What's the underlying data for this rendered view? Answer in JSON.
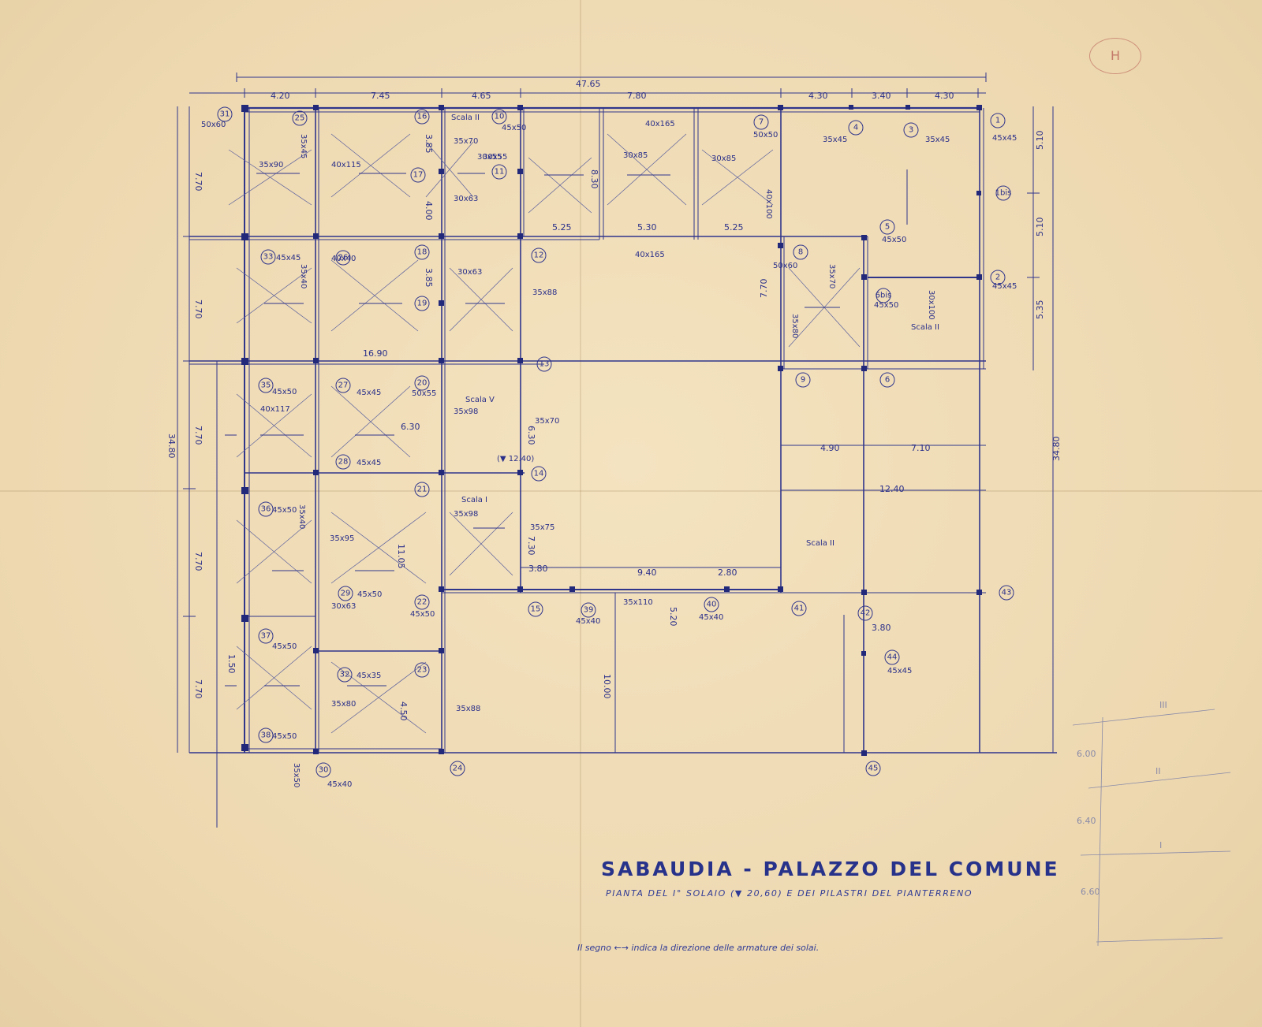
{
  "title": "SABAUDIA - PALAZZO DEL COMUNE",
  "subtitle": "PIANTA DEL I° SOLAIO (▼ 20,60) E DEI PILASTRI DEL PIANTERRENO",
  "legend": {
    "prefix": "Il segno",
    "arrow_symbol": "←→",
    "text": "indica la direzione delle armature dei solai."
  },
  "corner_mark": "H",
  "overall_dimensions": {
    "top_width": "47.65",
    "left_height": "34.80",
    "right_height": "34.80"
  },
  "top_dimensions": [
    "4.20",
    "7.45",
    "4.65",
    "7.80",
    "4.30",
    "3.40",
    "4.30"
  ],
  "left_dimensions": [
    "7.70",
    "7.70",
    "7.70",
    "7.70",
    "7.70"
  ],
  "right_dimensions": [
    "5.10",
    "5.10",
    "5.35"
  ],
  "inner_dimensions": [
    "5.25",
    "5.30",
    "5.25",
    "8.30",
    "4.00",
    "3.85",
    "3.85",
    "16.90",
    "6.30",
    "11.05",
    "7.30",
    "3.80",
    "9.40",
    "2.80",
    "4.90",
    "7.10",
    "12.40",
    "3.80",
    "10.00",
    "7.70",
    "6.30",
    "4.50",
    "1.50",
    "5.20"
  ],
  "stairs": [
    "Scala II",
    "Scala II",
    "Scala II",
    "Scala V",
    "Scala I"
  ],
  "elevation_mark": "(▼ 12.40)",
  "pillars": [
    {
      "n": "1",
      "size": "45x45"
    },
    {
      "n": "1bis",
      "size": ""
    },
    {
      "n": "2",
      "size": "45x45"
    },
    {
      "n": "3",
      "size": "35x45"
    },
    {
      "n": "4",
      "size": "35x45"
    },
    {
      "n": "5",
      "size": "45x50"
    },
    {
      "n": "6",
      "size": ""
    },
    {
      "n": "6bis",
      "size": "45x50"
    },
    {
      "n": "7",
      "size": "50x50"
    },
    {
      "n": "8",
      "size": "50x60"
    },
    {
      "n": "9",
      "size": ""
    },
    {
      "n": "10",
      "size": "45x50"
    },
    {
      "n": "11",
      "size": "30x55"
    },
    {
      "n": "12",
      "size": ""
    },
    {
      "n": "13",
      "size": ""
    },
    {
      "n": "14",
      "size": ""
    },
    {
      "n": "15",
      "size": ""
    },
    {
      "n": "16",
      "size": ""
    },
    {
      "n": "17",
      "size": ""
    },
    {
      "n": "18",
      "size": "30x63"
    },
    {
      "n": "19",
      "size": ""
    },
    {
      "n": "20",
      "size": "50x55"
    },
    {
      "n": "21",
      "size": ""
    },
    {
      "n": "22",
      "size": "45x50"
    },
    {
      "n": "23",
      "size": ""
    },
    {
      "n": "24",
      "size": ""
    },
    {
      "n": "25",
      "size": "35x45"
    },
    {
      "n": "26",
      "size": "40x40"
    },
    {
      "n": "27",
      "size": "45x45"
    },
    {
      "n": "28",
      "size": "45x45"
    },
    {
      "n": "29",
      "size": "45x50"
    },
    {
      "n": "30",
      "size": "45x40"
    },
    {
      "n": "31",
      "size": "50x60"
    },
    {
      "n": "32",
      "size": "45x35"
    },
    {
      "n": "33",
      "size": "45x45"
    },
    {
      "n": "35",
      "size": "45x50"
    },
    {
      "n": "36",
      "size": "45x50"
    },
    {
      "n": "37",
      "size": "45x50"
    },
    {
      "n": "38",
      "size": "45x50"
    },
    {
      "n": "39",
      "size": "45x40"
    },
    {
      "n": "40",
      "size": "45x40"
    },
    {
      "n": "41",
      "size": ""
    },
    {
      "n": "42",
      "size": ""
    },
    {
      "n": "43",
      "size": ""
    },
    {
      "n": "44",
      "size": "45x45"
    },
    {
      "n": "45",
      "size": ""
    }
  ],
  "beams": [
    "35x70",
    "30x55",
    "35x90",
    "40x115",
    "30x85",
    "30x85",
    "40x165",
    "40x165",
    "40x100",
    "30x63",
    "35x98",
    "35x98",
    "35x70",
    "35x75",
    "35x88",
    "35x88",
    "35x110",
    "35x95",
    "35x80",
    "40x117",
    "30x63",
    "35x45",
    "35x40",
    "35x70",
    "30x100",
    "35x40",
    "35x50",
    "35x80"
  ],
  "sketch": {
    "levels": [
      "III",
      "II",
      "I"
    ],
    "heights": [
      "6.00",
      "6.40",
      "6.60"
    ]
  },
  "colors": {
    "paper": "#eedcb6",
    "ink": "#27328a",
    "pencil": "#8a8aa8",
    "red_pencil": "#aa3c3c"
  }
}
